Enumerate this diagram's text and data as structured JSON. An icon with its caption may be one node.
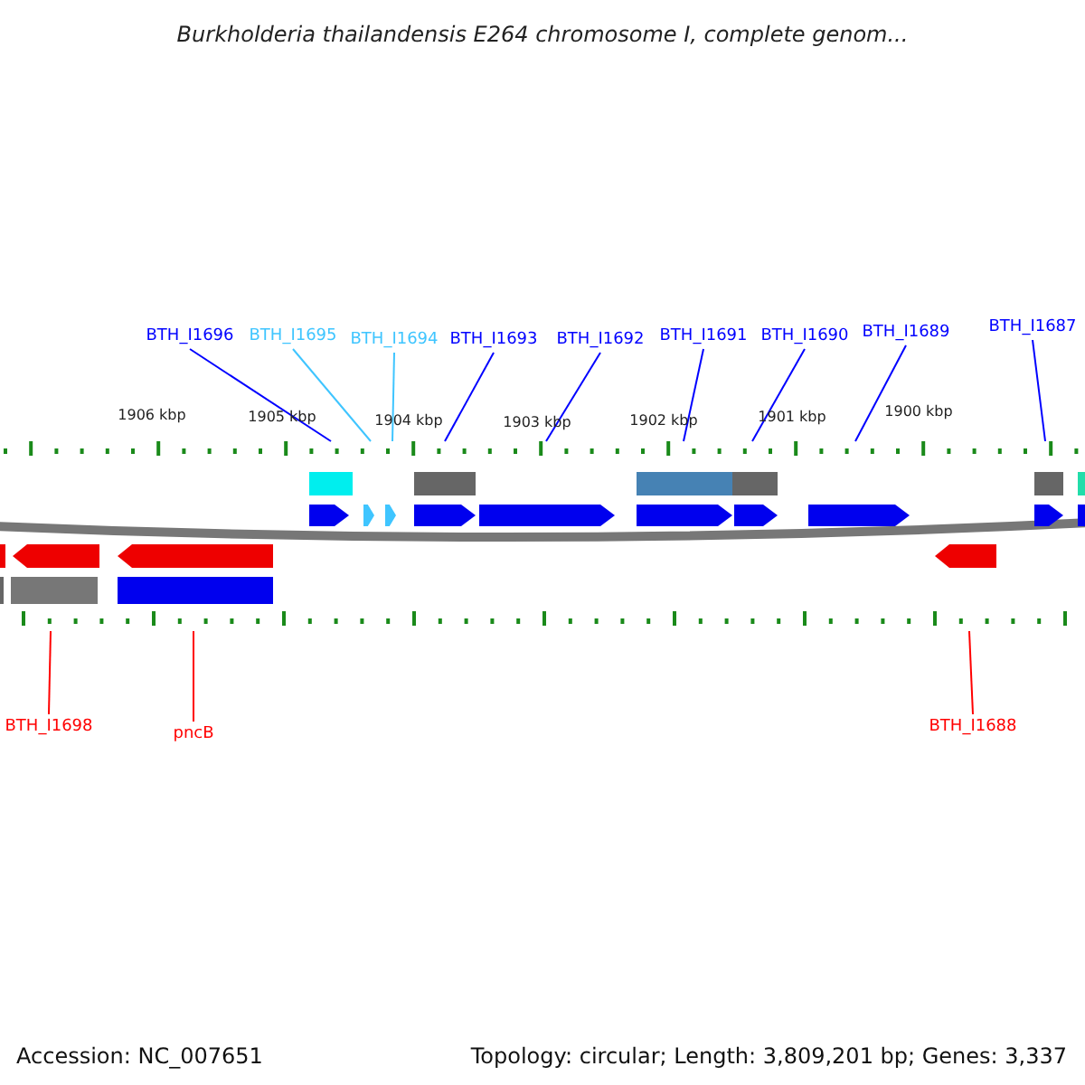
{
  "diagram": {
    "title": "Burkholderia thailandensis E264 chromosome I, complete genom...",
    "nodes": [
      {
        "text": [
          "BTH_I1696"
        ]
      },
      {
        "text": [
          "BTH_I1695"
        ]
      },
      {
        "text": [
          "BTH_I1694"
        ]
      },
      {
        "text": [
          "BTH_I1693"
        ]
      },
      {
        "text": [
          "BTH_I1692"
        ]
      },
      {
        "text": [
          "BTH_I1691"
        ]
      },
      {
        "text": [
          "BTH_I1690"
        ]
      },
      {
        "text": [
          "BTH_I1689"
        ]
      },
      {
        "text": [
          "BTH_I1687"
        ]
      },
      {
        "text": [
          "BTH_I1698"
        ]
      },
      {
        "text": [
          "pncB"
        ]
      },
      {
        "text": [
          "BTH_I1688"
        ]
      },
      {
        "text": [],
        "shape": "ruler"
      },
      {
        "text": [],
        "shape": "ruler"
      }
    ],
    "edges": [
      {
        "from": 0,
        "to": 12,
        "arrow": "none"
      },
      {
        "from": 1,
        "to": 12,
        "arrow": "none",
        "color": "#3fc5ff"
      },
      {
        "from": 2,
        "to": 12,
        "arrow": "none",
        "color": "#3fc5ff"
      },
      {
        "from": 3,
        "to": 12,
        "arrow": "none"
      },
      {
        "from": 4,
        "to": 12,
        "arrow": "none"
      },
      {
        "from": 5,
        "to": 12,
        "arrow": "none"
      },
      {
        "from": 6,
        "to": 12,
        "arrow": "none"
      },
      {
        "from": 7,
        "to": 12,
        "arrow": "none"
      },
      {
        "from": 8,
        "to": 12,
        "arrow": "none"
      },
      {
        "from": 9,
        "to": 13,
        "arrow": "none",
        "color": "#ff0000"
      },
      {
        "from": 10,
        "to": 13,
        "arrow": "none",
        "color": "#ff0000"
      },
      {
        "from": 11,
        "to": 13,
        "arrow": "none",
        "color": "#ff0000"
      }
    ],
    "labels": [
      "1906 kbp",
      "1905 kbp",
      "1904 kbp",
      "1903 kbp",
      "1902 kbp",
      "1901 kbp",
      "1900 kbp",
      "Accession: NC_007651",
      "Topology: circular; Length: 3,809,201 bp; Genes: 3,337"
    ]
  }
}
